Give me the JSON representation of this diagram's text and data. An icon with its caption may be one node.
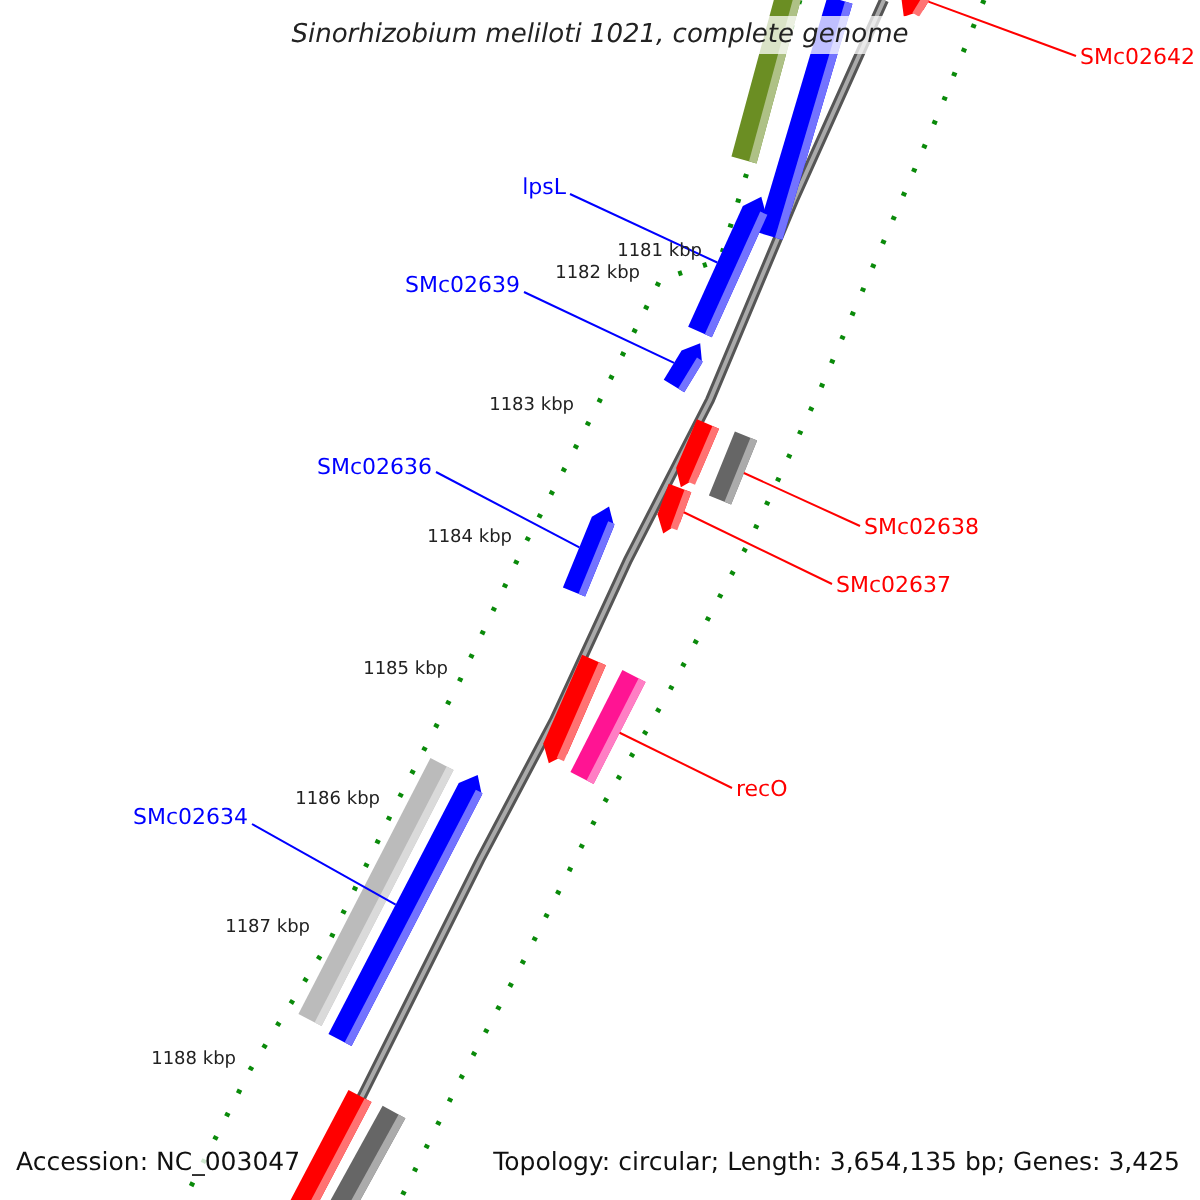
{
  "diagram": {
    "title": "Sinorhizobium meliloti 1021, complete genome",
    "nodes": [
      {
        "text": [
          "SMc02642"
        ]
      },
      {
        "text": [
          "lpsL"
        ]
      },
      {
        "text": [
          "SMc02639"
        ]
      },
      {
        "text": [
          "SMc02636"
        ]
      },
      {
        "text": [
          "SMc02638"
        ]
      },
      {
        "text": [
          "SMc02637"
        ]
      },
      {
        "text": [
          "recO"
        ]
      },
      {
        "text": [
          "SMc02634"
        ]
      },
      {
        "text": [],
        "shape": "bar"
      },
      {
        "text": [],
        "shape": "bar"
      },
      {
        "text": [],
        "shape": "bar"
      },
      {
        "text": [],
        "shape": "bar"
      },
      {
        "text": [],
        "shape": "bar"
      },
      {
        "text": [],
        "shape": "bar"
      },
      {
        "text": [],
        "shape": "bar"
      },
      {
        "text": [],
        "shape": "bar"
      }
    ],
    "edges": [
      {
        "from": 0,
        "to": 8,
        "arrow": "none",
        "color": "#ff0000"
      },
      {
        "from": 1,
        "to": 9,
        "arrow": "none",
        "color": "#0000ff"
      },
      {
        "from": 2,
        "to": 10,
        "arrow": "none",
        "color": "#0000ff"
      },
      {
        "from": 3,
        "to": 11,
        "arrow": "none",
        "color": "#0000ff"
      },
      {
        "from": 4,
        "to": 12,
        "arrow": "none",
        "color": "#ff0000"
      },
      {
        "from": 5,
        "to": 13,
        "arrow": "none",
        "color": "#ff0000"
      },
      {
        "from": 6,
        "to": 14,
        "arrow": "none",
        "color": "#ff0000"
      },
      {
        "from": 7,
        "to": 15,
        "arrow": "none",
        "color": "#0000ff"
      }
    ],
    "labels": [
      "1181 kbp",
      "1182 kbp",
      "1183 kbp",
      "1184 kbp",
      "1185 kbp",
      "1186 kbp",
      "1187 kbp",
      "1188 kbp",
      "Accession: NC_003047",
      "Topology: circular; Length: 3,654,135 bp; Genes: 3,425"
    ]
  }
}
